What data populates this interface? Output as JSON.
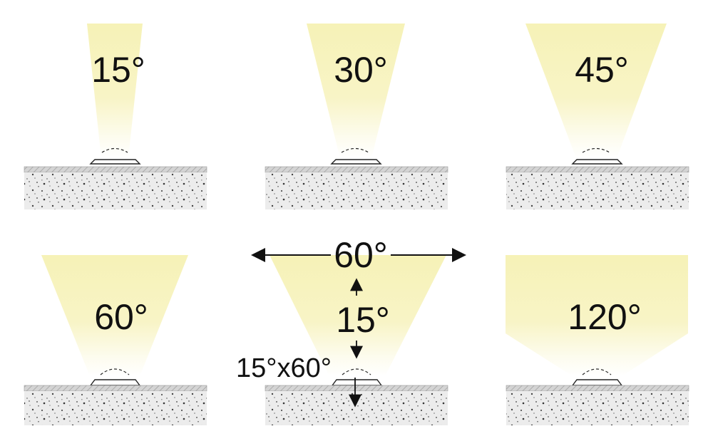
{
  "colors": {
    "beam": "#f6f2b7",
    "beam_fade": "#ffffff",
    "surface": "#e9e9e9",
    "trim": "#bdbdbd",
    "text": "#111111"
  },
  "panels": [
    {
      "label": "15°"
    },
    {
      "label": "30°"
    },
    {
      "label": "45°"
    },
    {
      "label": "60°"
    },
    {
      "label_h": "60°",
      "label_v": "15°",
      "label_combo": "15°x60°"
    },
    {
      "label": "120°"
    }
  ]
}
